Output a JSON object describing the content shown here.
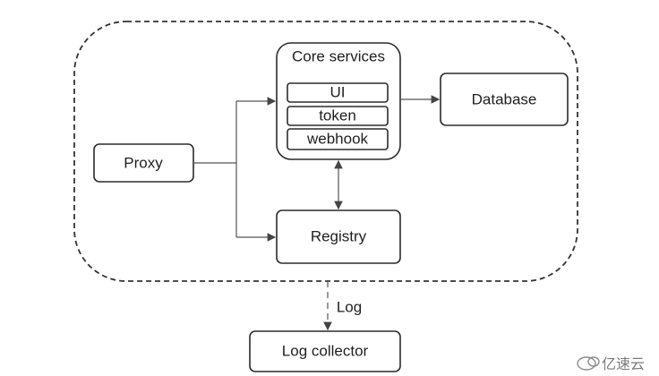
{
  "diagram": {
    "nodes": {
      "core": {
        "label": "Core services"
      },
      "ui": {
        "label": "UI"
      },
      "token": {
        "label": "token"
      },
      "webhook": {
        "label": "webhook"
      },
      "database": {
        "label": "Database"
      },
      "proxy": {
        "label": "Proxy"
      },
      "registry": {
        "label": "Registry"
      },
      "log_collector": {
        "label": "Log collector"
      }
    },
    "edges": {
      "log_label": "Log"
    }
  },
  "watermark": {
    "text": "亿速云",
    "icon": "cloud-logo-icon"
  },
  "colors": {
    "stroke": "#2b2b2b",
    "background": "#ffffff"
  }
}
